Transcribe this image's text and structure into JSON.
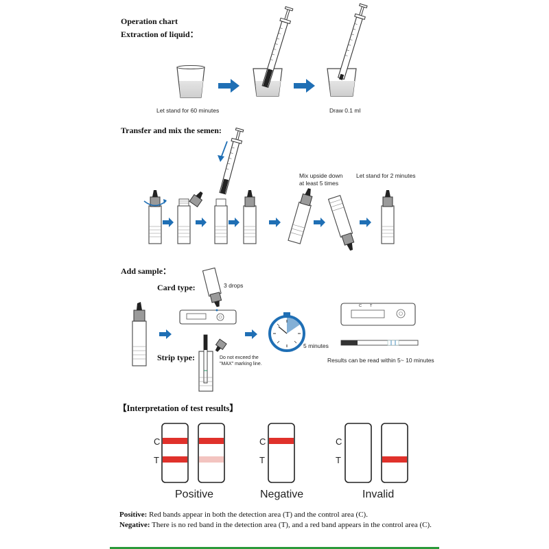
{
  "sections": {
    "operation_chart": "Operation chart",
    "extraction": "Extraction of liquid：",
    "transfer": "Transfer and mix the semen:",
    "add_sample": "Add sample：",
    "interpretation": "【Interpretation of test results】"
  },
  "extraction": {
    "step1": "Let stand for 60 minutes",
    "step2": "Draw 0.1 ml"
  },
  "transfer": {
    "mix_line1": "Mix upside down",
    "mix_line2": "at least 5 times",
    "stand": "Let stand for 2 minutes"
  },
  "add_sample": {
    "card_type": "Card type:",
    "drops": "3 drops",
    "strip_type": "Strip type:",
    "warn_line1": "Do not exceed the",
    "warn_line2": "\"MAX\" marking line.",
    "minutes": "5 minutes",
    "read_time": "Results can be read within 5~ 10 minutes",
    "card_c": "C",
    "card_t": "T"
  },
  "results": {
    "c_label": "C",
    "t_label": "T",
    "positive": "Positive",
    "negative": "Negative",
    "invalid": "Invalid",
    "band_color": "#e0312b",
    "faint_band_color": "#f3c4c0"
  },
  "legend": {
    "positive_term": "Positive:",
    "positive_text": " Red bands appear in both the detection area (T) and the control area (C).",
    "negative_term": "Negative:",
    "negative_text": " There is no red band in the detection area (T), and a red band appears in the control area (C)."
  },
  "colors": {
    "arrow_blue": "#1f6fb5",
    "footer_green": "#2a9a3a"
  }
}
